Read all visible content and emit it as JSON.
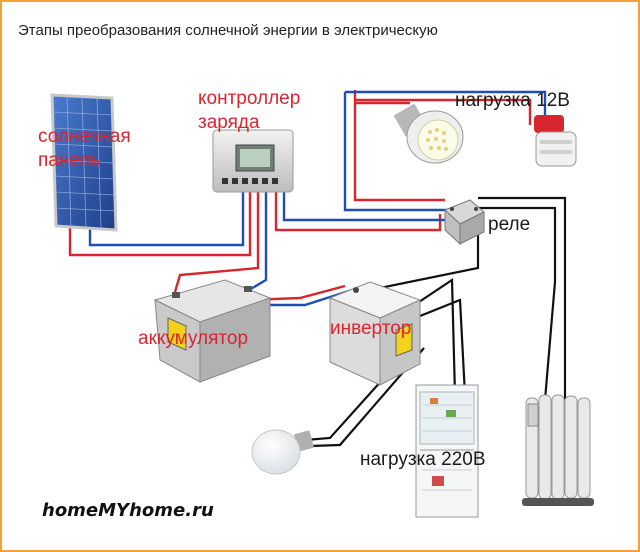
{
  "page": {
    "title": "Этапы преобразования солнечной энергии в электрическую"
  },
  "diagram": {
    "labels": {
      "solar_panel_line1": "солнечная",
      "solar_panel_line2": "панель",
      "controller_line1": "контроллер",
      "controller_line2": "заряда",
      "load_12v": "нагрузка 12В",
      "relay": "реле",
      "battery": "аккумулятор",
      "inverter": "инвертор",
      "load_220v": "нагрузка 220В"
    },
    "watermark": "homeMYhome.ru",
    "colors": {
      "frame": "#f5a13a",
      "label_red": "#d7262e",
      "wire_red": "#d7262e",
      "wire_blue": "#1f4fb5",
      "wire_black": "#111111",
      "panel_blue": "#2f5fb0"
    }
  }
}
